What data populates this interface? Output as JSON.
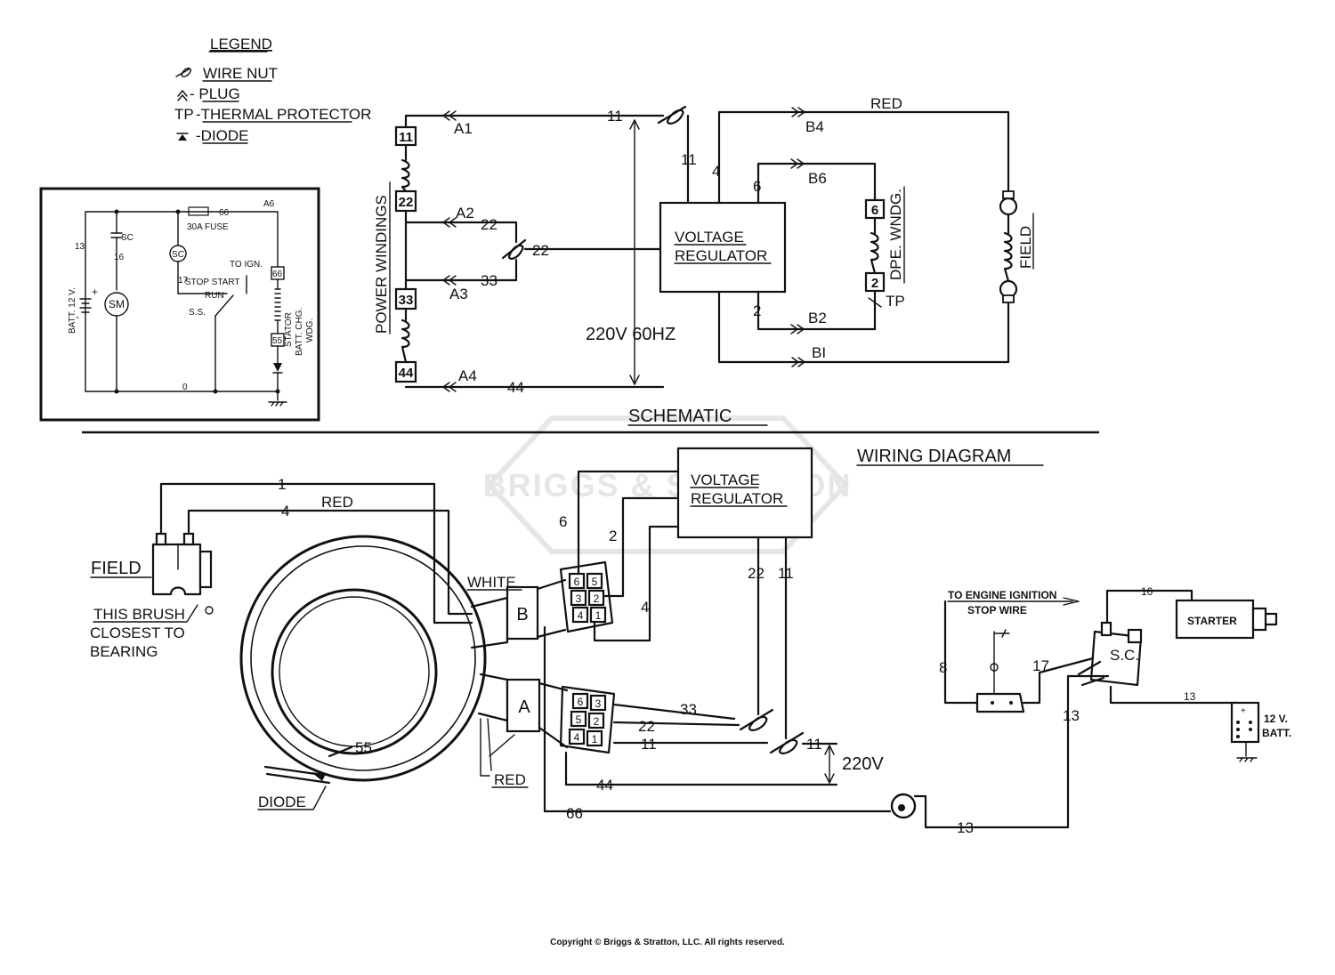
{
  "legend": {
    "title": "LEGEND",
    "items": [
      {
        "symbol": "wire-nut",
        "label": "WIRE NUT"
      },
      {
        "symbol": "plug",
        "label": "- PLUG"
      },
      {
        "symbol": "tp",
        "prefix": "TP",
        "label": "-THERMAL PROTECTOR"
      },
      {
        "symbol": "diode",
        "label": "-DIODE"
      }
    ]
  },
  "inset": {
    "fuse": "30A FUSE",
    "wire_66": "66",
    "a6": "A6",
    "sc": "SC",
    "w13": "13",
    "w16": "16",
    "batt": "BATT. 12 V.",
    "sm": "SM",
    "sc_coil": "SC",
    "w17": "17",
    "stop_start": "STOP  START",
    "run": "RUN",
    "to_ign": "TO IGN.",
    "ss": "S.S.",
    "t66": "66",
    "t55": "55",
    "stator": [
      "STATOR",
      "BATT. CHG.",
      "WDG."
    ],
    "w0": "0",
    "plus": "+",
    "minus": "-"
  },
  "schematic": {
    "title": "SCHEMATIC",
    "power_windings": "POWER WINDINGS",
    "terminals": [
      "11",
      "22",
      "33",
      "44"
    ],
    "a1": "A1",
    "a2": "A2",
    "a3": "A3",
    "a4": "A4",
    "w11_top": "11",
    "w11_vert": "11",
    "w22": "22",
    "w22b": "22",
    "w33": "33",
    "w44": "44",
    "w4": "4",
    "w6": "6",
    "w2": "2",
    "red": "RED",
    "b4": "B4",
    "b6": "B6",
    "b2": "B2",
    "b1": "BI",
    "vr": [
      "VOLTAGE",
      "REGULATOR"
    ],
    "voltage": "220V 60HZ",
    "dpe": "DPE. WNDG.",
    "dpe_t6": "6",
    "dpe_t2": "2",
    "tp": "TP",
    "field": "FIELD"
  },
  "wiring": {
    "title": "WIRING DIAGRAM",
    "vr": [
      "VOLTAGE",
      "REGULATOR"
    ],
    "w1": "1",
    "w4": "4",
    "red_top": "RED",
    "field": "FIELD",
    "brush": [
      "THIS BRUSH",
      "CLOSEST TO",
      "BEARING"
    ],
    "white": "WHITE",
    "plug_b": "B",
    "plug_a": "A",
    "conn_b": [
      "6",
      "5",
      "3",
      "2",
      "4",
      "1"
    ],
    "conn_a": [
      "6",
      "3",
      "5",
      "2",
      "4",
      "1"
    ],
    "w6": "6",
    "w2": "2",
    "w4b": "4",
    "w22": "22",
    "w11": "11",
    "w33": "33",
    "w22b": "22",
    "w11b": "11",
    "w11c": "11",
    "w44": "44",
    "w66": "66",
    "w55": "55",
    "voltage": "220V",
    "red_bottom": "RED",
    "diode": "DIODE",
    "to_ign": [
      "TO ENGINE IGNITION",
      "STOP WIRE"
    ],
    "w16": "16",
    "w8": "8",
    "w17": "17",
    "w13a": "13",
    "w13b": "13",
    "w13c": "13",
    "starter": "STARTER",
    "sc": "S.C.",
    "batt": [
      "12 V.",
      "BATT."
    ]
  },
  "watermark": "BRIGGS & STRATTON",
  "copyright": "Copyright © Briggs & Stratton, LLC. All rights reserved."
}
